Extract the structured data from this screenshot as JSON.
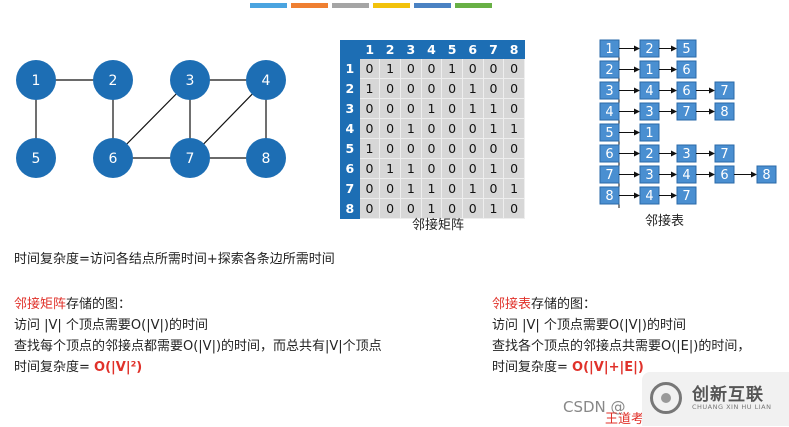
{
  "top_bar_colors": [
    "#4aa4e0",
    "#ef7f31",
    "#a5a5a5",
    "#f2c20b",
    "#4a82c3",
    "#68b045"
  ],
  "graph": {
    "nodes": [
      {
        "id": "1",
        "label": "1"
      },
      {
        "id": "2",
        "label": "2"
      },
      {
        "id": "3",
        "label": "3"
      },
      {
        "id": "4",
        "label": "4"
      },
      {
        "id": "5",
        "label": "5"
      },
      {
        "id": "6",
        "label": "6"
      },
      {
        "id": "7",
        "label": "7"
      },
      {
        "id": "8",
        "label": "8"
      }
    ],
    "edges": [
      [
        "1",
        "2"
      ],
      [
        "1",
        "5"
      ],
      [
        "2",
        "6"
      ],
      [
        "3",
        "6"
      ],
      [
        "3",
        "7"
      ],
      [
        "3",
        "4"
      ],
      [
        "4",
        "7"
      ],
      [
        "4",
        "8"
      ],
      [
        "6",
        "7"
      ],
      [
        "7",
        "8"
      ]
    ],
    "node_color": "#1d6eb4"
  },
  "matrix": {
    "headers": [
      "1",
      "2",
      "3",
      "4",
      "5",
      "6",
      "7",
      "8"
    ],
    "rows": [
      {
        "label": "1",
        "cells": [
          "0",
          "1",
          "0",
          "0",
          "1",
          "0",
          "0",
          "0"
        ]
      },
      {
        "label": "2",
        "cells": [
          "1",
          "0",
          "0",
          "0",
          "0",
          "1",
          "0",
          "0"
        ]
      },
      {
        "label": "3",
        "cells": [
          "0",
          "0",
          "0",
          "1",
          "0",
          "1",
          "1",
          "0"
        ]
      },
      {
        "label": "4",
        "cells": [
          "0",
          "0",
          "1",
          "0",
          "0",
          "0",
          "1",
          "1"
        ]
      },
      {
        "label": "5",
        "cells": [
          "1",
          "0",
          "0",
          "0",
          "0",
          "0",
          "0",
          "0"
        ]
      },
      {
        "label": "6",
        "cells": [
          "0",
          "1",
          "1",
          "0",
          "0",
          "0",
          "1",
          "0"
        ]
      },
      {
        "label": "7",
        "cells": [
          "0",
          "0",
          "1",
          "1",
          "0",
          "1",
          "0",
          "1"
        ]
      },
      {
        "label": "8",
        "cells": [
          "0",
          "0",
          "0",
          "1",
          "0",
          "0",
          "1",
          "0"
        ]
      }
    ],
    "caption": "邻接矩阵"
  },
  "adjlist": {
    "rows": [
      {
        "head": "1",
        "items": [
          "2",
          "5"
        ]
      },
      {
        "head": "2",
        "items": [
          "1",
          "6"
        ]
      },
      {
        "head": "3",
        "items": [
          "4",
          "6",
          "7"
        ]
      },
      {
        "head": "4",
        "items": [
          "3",
          "7",
          "8"
        ]
      },
      {
        "head": "5",
        "items": [
          "1"
        ]
      },
      {
        "head": "6",
        "items": [
          "2",
          "3",
          "7"
        ]
      },
      {
        "head": "7",
        "items": [
          "3",
          "4",
          "6",
          "8"
        ]
      },
      {
        "head": "8",
        "items": [
          "4",
          "7"
        ]
      }
    ],
    "caption": "邻接表"
  },
  "text": {
    "summary": "时间复杂度=访问各结点所需时间+探索各条边所需时间",
    "left_title_red": "邻接矩阵",
    "left_title_rest": "存储的图：",
    "left_line1": "访问 |V| 个顶点需要O(|V|)的时间",
    "left_line2": "查找每个顶点的邻接点都需要O(|V|)的时间，而总共有|V|个顶点",
    "left_line3_prefix": "时间复杂度= ",
    "left_line3_value": "O(|V|²)",
    "right_title_red": "邻接表",
    "right_title_rest": "存储的图：",
    "right_line1": "访问 |V| 个顶点需要O(|V|)的时间",
    "right_line2": "查找各个顶点的邻接点共需要O(|E|)的时间，",
    "right_line3_prefix": "时间复杂度= ",
    "right_line3_value": "O(|V|+|E|)",
    "watermark": "CSDN @",
    "watermark_red": "王道考",
    "logo_name": "创新互联",
    "logo_sub": "CHUANG XIN HU LIAN"
  }
}
